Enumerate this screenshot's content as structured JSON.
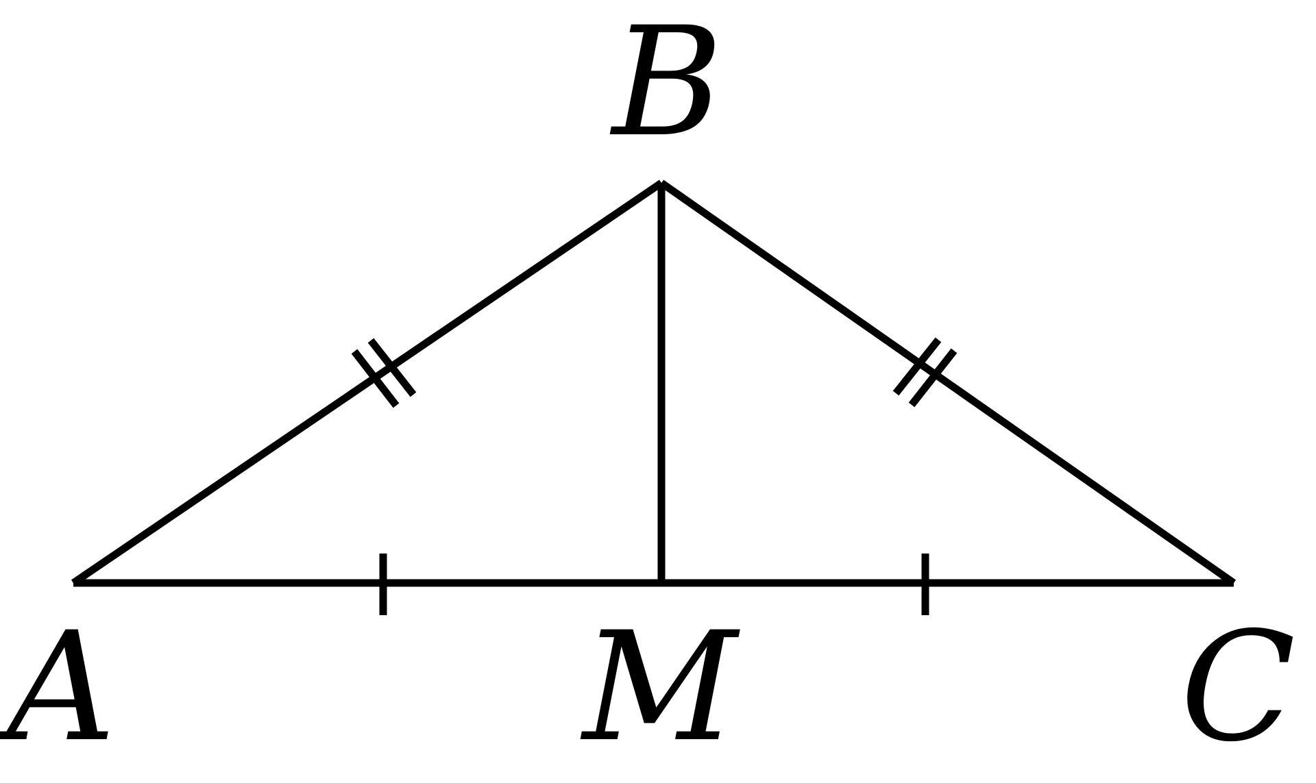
{
  "diagram": {
    "points": {
      "A": "A",
      "B": "B",
      "C": "C",
      "M": "M"
    },
    "colors": {
      "stroke": "#000000",
      "background": "#ffffff"
    }
  }
}
